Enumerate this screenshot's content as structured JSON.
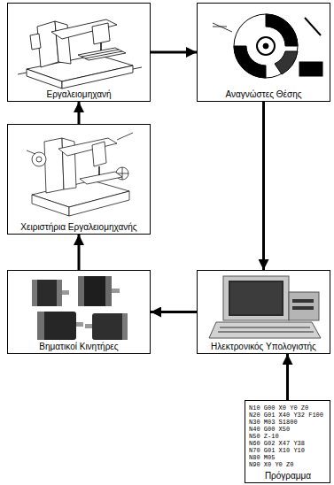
{
  "diagram": {
    "nodes": [
      {
        "text": [
          "Εργαλειομηχανή"
        ]
      },
      {
        "text": [
          "Αναγνώστες Θέσης"
        ]
      },
      {
        "text": [
          "Χειριστήρια Εργαλειομηχανής"
        ]
      },
      {
        "text": [
          "Βηματικοί Κινητήρες"
        ]
      },
      {
        "text": [
          "Ηλεκτρονικός Υπολογιστής"
        ]
      },
      {
        "text": [
          "N10 G00 X0 Y0 Z0",
          "N20 G01 X40 Y32 F100",
          "N30 M03 S1800",
          "N40 G00 X50",
          "N50 Z-10",
          "N60 G02 X47 Y38",
          "N70 G01 X10 Y10",
          "N80 M05",
          "N90 X0 Y0 Z0",
          "Πρόγραμμα"
        ]
      }
    ],
    "edges": [
      {
        "from": 0,
        "to": 1,
        "arrow": "to"
      },
      {
        "from": 1,
        "to": 4,
        "arrow": "to"
      },
      {
        "from": 4,
        "to": 3,
        "arrow": "to"
      },
      {
        "from": 3,
        "to": 2,
        "arrow": "to"
      },
      {
        "from": 2,
        "to": 0,
        "arrow": "to"
      },
      {
        "from": 5,
        "to": 4,
        "arrow": "to"
      }
    ]
  }
}
